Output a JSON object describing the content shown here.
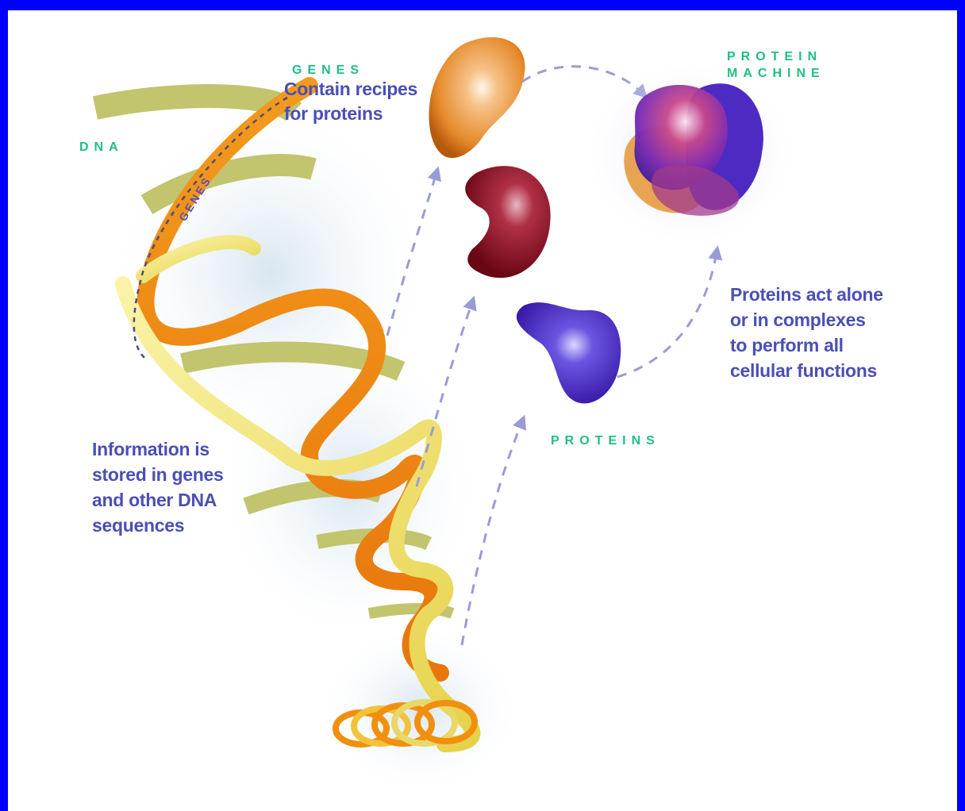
{
  "labels": {
    "dna": "DNA",
    "genes_title": "GENES",
    "genes_desc": "Contain recipes\nfor proteins",
    "genes_on_ribbon": "GENES",
    "protein_machine": "PROTEIN\nMACHINE",
    "proteins": "PROTEINS",
    "proteins_desc": "Proteins act alone\nor in complexes\nto perform all\ncellular functions",
    "info_desc": "Information is\nstored in genes\nand other DNA\nsequences"
  },
  "colors": {
    "border": "#0000ff",
    "label_green": "#1fbf82",
    "label_blue": "#4a4fb6",
    "ribbon_olive": "#c2c46e",
    "ribbon_orange": "#f08a12",
    "ribbon_yellow": "#f7ea80",
    "arrow": "#9a9bd6",
    "protein_orange": "#e58a2a",
    "protein_red": "#8c0f1e",
    "protein_purple": "#4a23c2"
  }
}
